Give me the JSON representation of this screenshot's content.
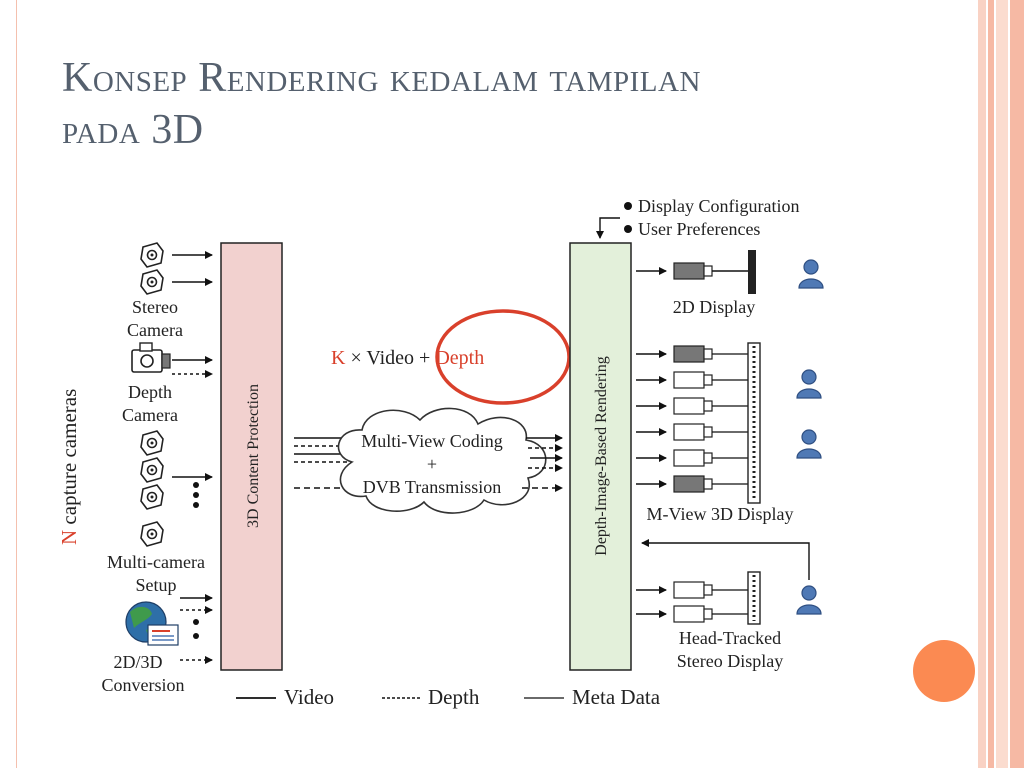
{
  "slide": {
    "title_line1": "Konsep Rendering kedalam tampilan",
    "title_line2": "pada 3D"
  },
  "colors": {
    "accent_orange": "#fb8a52",
    "stripe_pink": "#f6b9a4",
    "protection_box": "#f2d1cf",
    "rendering_box": "#e3f0da",
    "highlight_circle": "#d9402b",
    "depth_red": "#d9402b",
    "user_blue": "#4f79b5"
  },
  "diagram": {
    "n_capture_cameras": {
      "n": "N",
      "rest": " capture cameras"
    },
    "stereo_camera": [
      "Stereo",
      "Camera"
    ],
    "depth_camera": [
      "Depth",
      "Camera"
    ],
    "multi_camera": [
      "Multi-camera",
      "Setup"
    ],
    "conversion": [
      "2D/3D",
      "Conversion"
    ],
    "content_protection": "3D Content Protection",
    "k_video": {
      "k": "K",
      "times_video": " × Video",
      "plus": " + ",
      "depth": "Depth"
    },
    "coding": [
      "Multi-View Coding",
      "+",
      "DVB Transmission"
    ],
    "rendering": "Depth-Image-Based Rendering",
    "config": [
      "Display Configuration",
      "User Preferences"
    ],
    "display_2d": "2D Display",
    "display_mview": "M-View 3D Display",
    "display_head": [
      "Head-Tracked",
      "Stereo Display"
    ],
    "legend": {
      "video": "Video",
      "depth": "Depth",
      "meta": "Meta Data"
    }
  }
}
